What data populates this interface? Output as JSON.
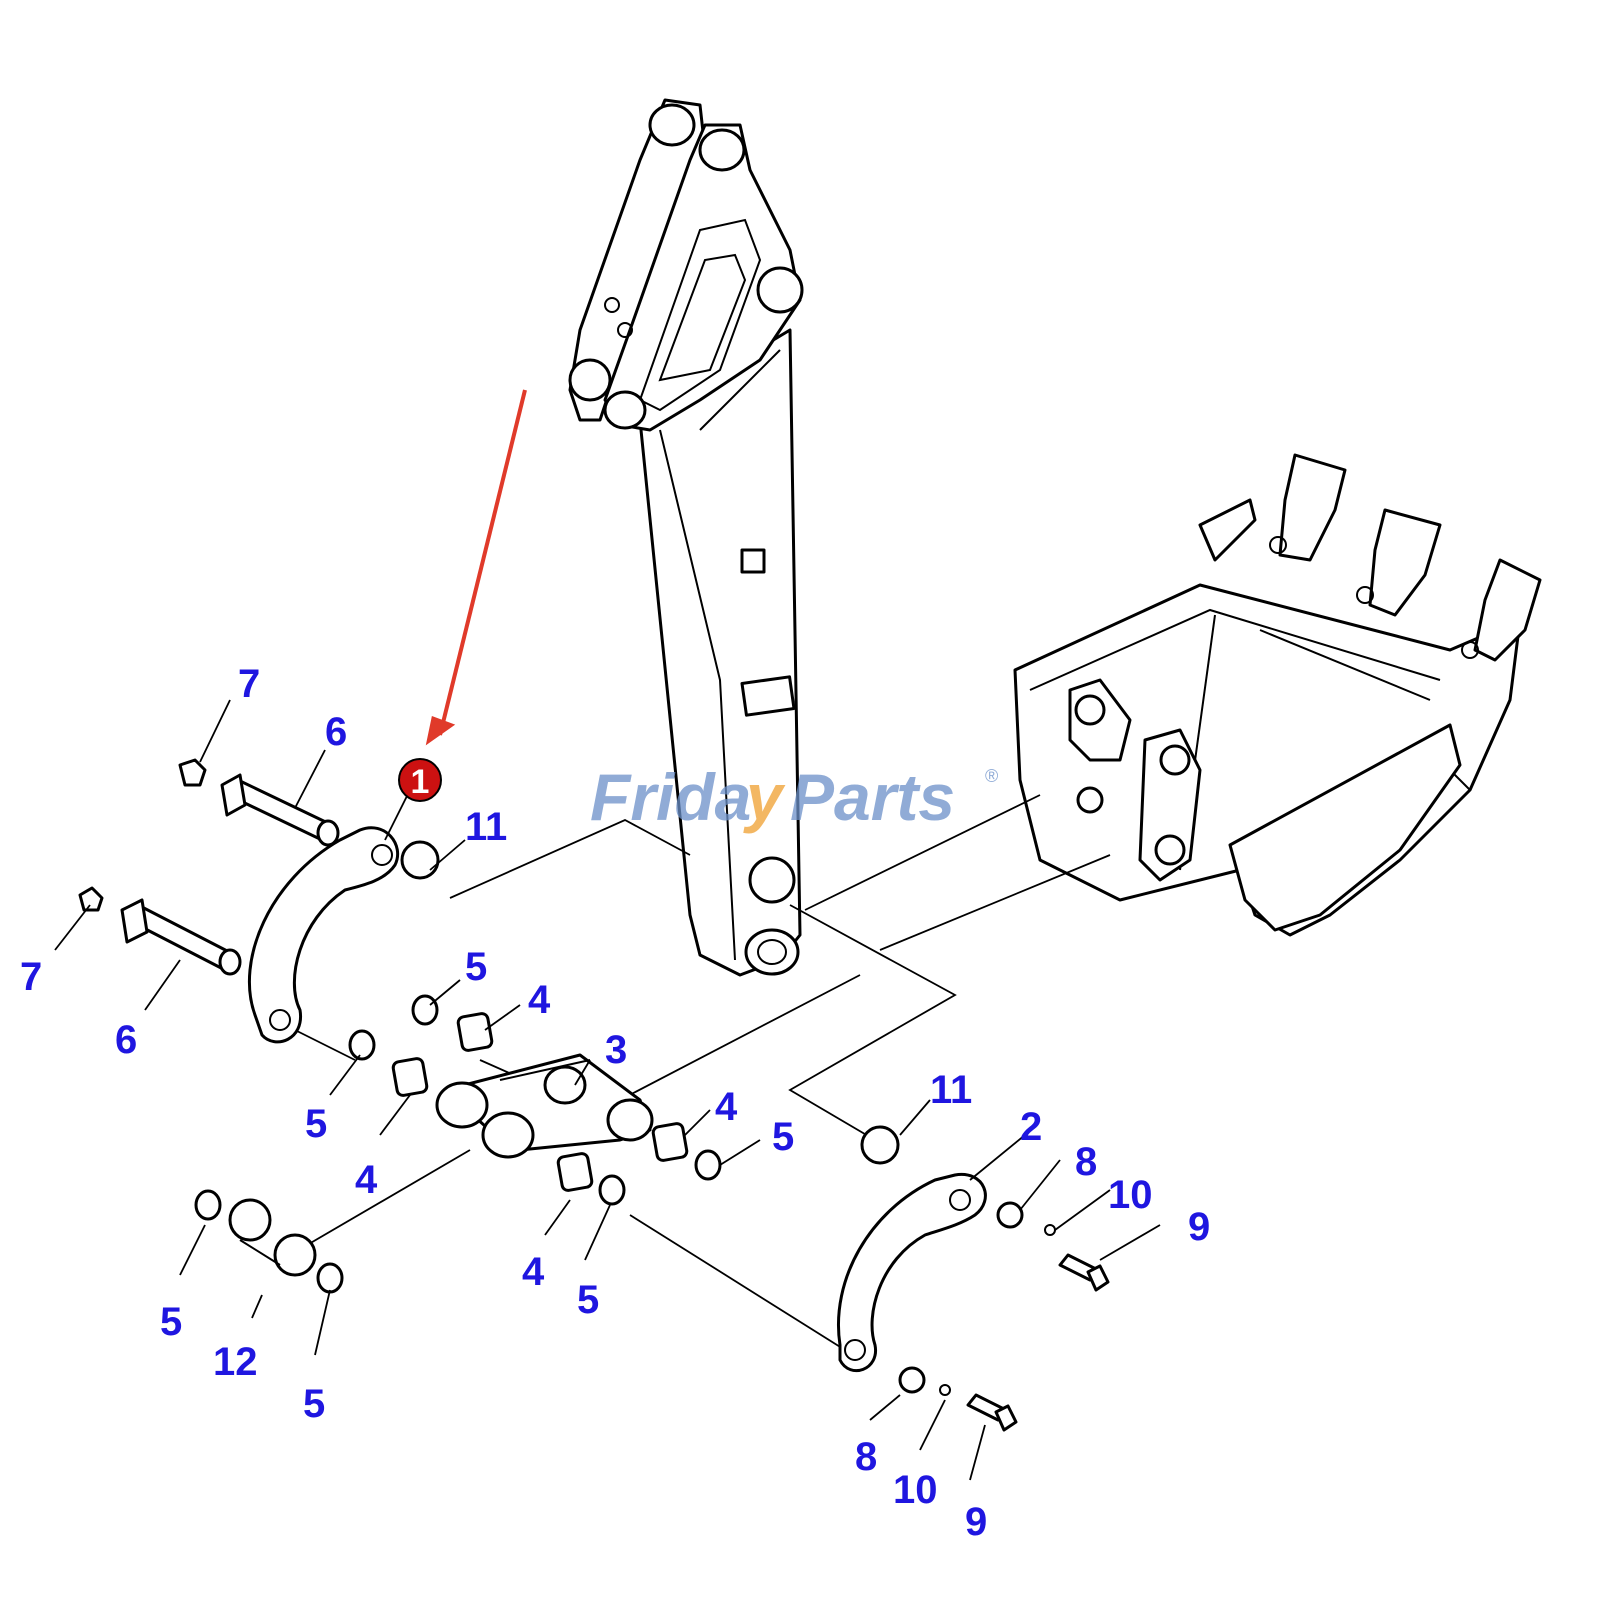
{
  "colors": {
    "callout": "#1f16e0",
    "highlight_badge": "#cc1111",
    "arrow": "#e03a2a",
    "watermark_blue": "#6b90c9",
    "watermark_orange": "#f0a030",
    "line": "#000000",
    "background": "#ffffff"
  },
  "watermark": {
    "text_left": "Frida",
    "text_accent": "y",
    "text_right": "Parts",
    "mark": "®"
  },
  "highlight": {
    "label": "1",
    "icon": "red-badge-icon",
    "arrow_icon": "red-arrow-icon"
  },
  "callouts": {
    "c7a": "7",
    "c6a": "6",
    "c7b": "7",
    "c6b": "6",
    "c11a": "11",
    "c5a": "5",
    "c4a": "4",
    "c3": "3",
    "c5b": "5",
    "c4b": "4",
    "c4c": "4",
    "c5c": "5",
    "c11b": "11",
    "c2": "2",
    "c8a": "8",
    "c10a": "10",
    "c9a": "9",
    "c4d": "4",
    "c5d": "5",
    "c5e": "5",
    "c12": "12",
    "c5f": "5",
    "c8b": "8",
    "c10b": "10",
    "c9b": "9"
  }
}
